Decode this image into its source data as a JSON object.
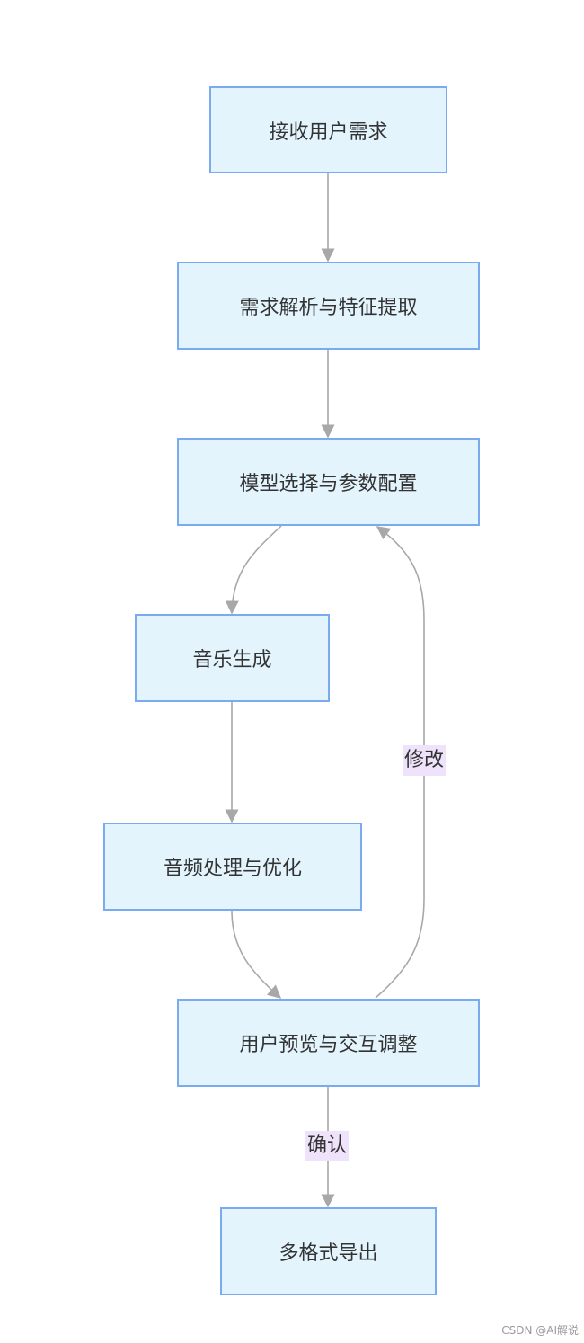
{
  "nodes": {
    "receive": "接收用户需求",
    "parse": "需求解析与特征提取",
    "model": "模型选择与参数配置",
    "generate": "音乐生成",
    "audio": "音频处理与优化",
    "preview": "用户预览与交互调整",
    "export": "多格式导出"
  },
  "edge_labels": {
    "modify": "修改",
    "confirm": "确认"
  },
  "colors": {
    "node_fill": "#e3f4fd",
    "node_border": "#7aaaf0",
    "edge": "#a8a8a8",
    "label_bg": "#efe2fb"
  },
  "watermark": "CSDN @AI解说"
}
